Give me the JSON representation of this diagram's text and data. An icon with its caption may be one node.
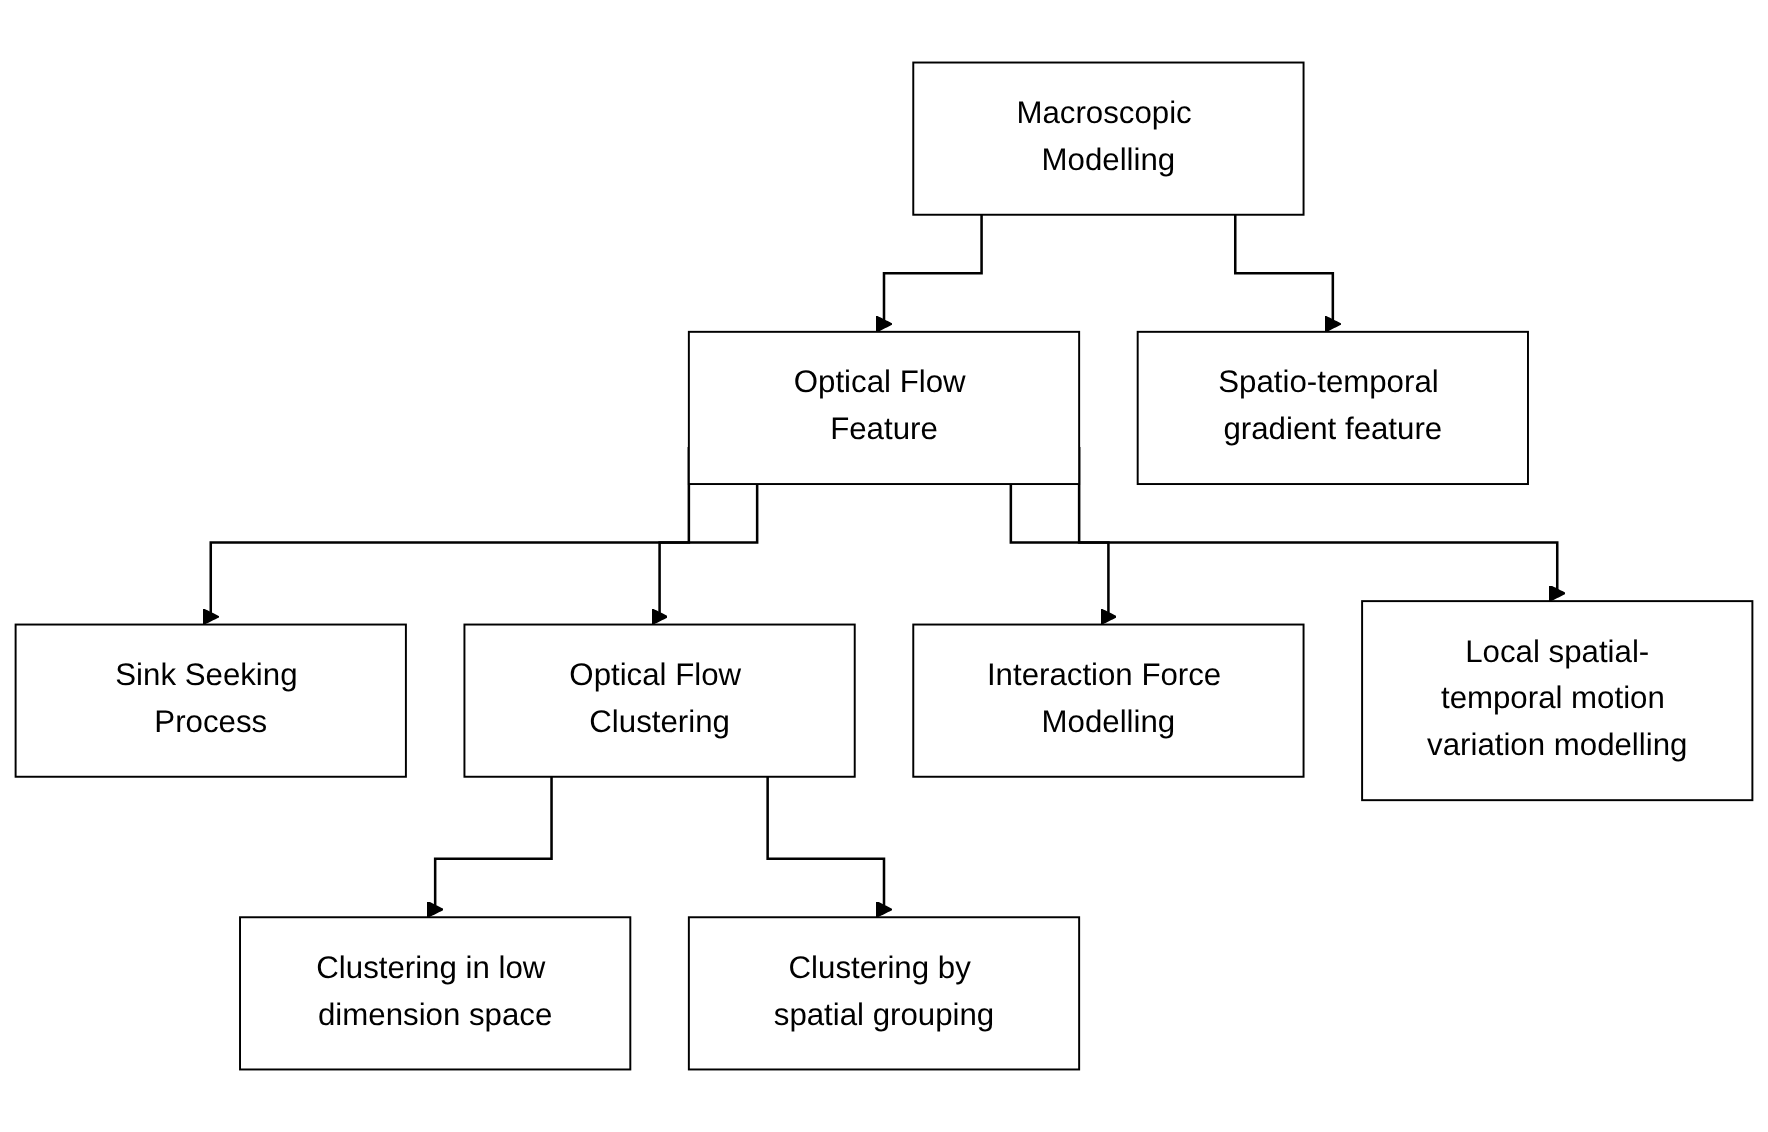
{
  "diagram": {
    "nodes": [
      {
        "text": [
          "Macroscopic Modelling"
        ]
      },
      {
        "text": [
          "Optical Flow Feature"
        ]
      },
      {
        "text": [
          "Spatio-temporal gradient feature"
        ]
      },
      {
        "text": [
          "Sink Seeking Process"
        ]
      },
      {
        "text": [
          "Optical Flow Clustering"
        ]
      },
      {
        "text": [
          "Interaction Force Modelling"
        ]
      },
      {
        "text": [
          "Local spatial-temporal motion variation modelling"
        ]
      },
      {
        "text": [
          "Clustering in low dimension space"
        ]
      },
      {
        "text": [
          "Clustering by spatial grouping"
        ]
      }
    ],
    "edges": [
      {
        "from": 0,
        "to": 1,
        "arrow": "to"
      },
      {
        "from": 0,
        "to": 2,
        "arrow": "to"
      },
      {
        "from": 1,
        "to": 3,
        "arrow": "to"
      },
      {
        "from": 1,
        "to": 4,
        "arrow": "to"
      },
      {
        "from": 1,
        "to": 5,
        "arrow": "to"
      },
      {
        "from": 1,
        "to": 6,
        "arrow": "to"
      },
      {
        "from": 4,
        "to": 7,
        "arrow": "to"
      },
      {
        "from": 4,
        "to": 8,
        "arrow": "to"
      }
    ]
  }
}
